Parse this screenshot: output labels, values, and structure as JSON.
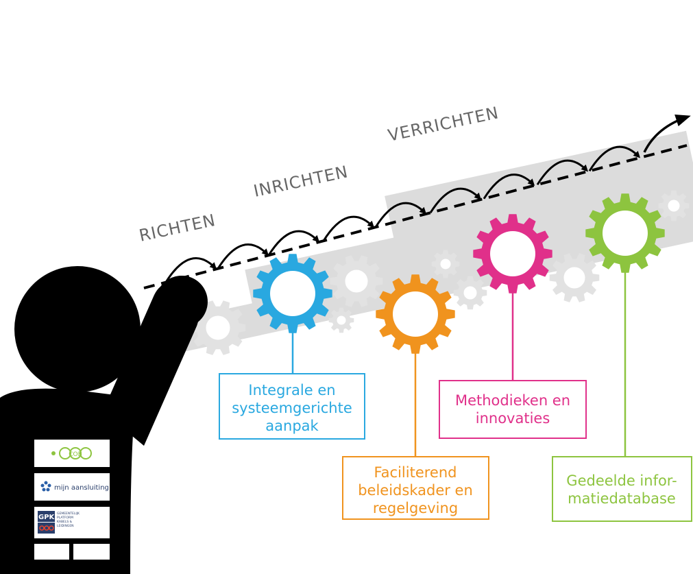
{
  "phases": {
    "richten": "RICHTEN",
    "inrichten": "INRICHTEN",
    "verrichten": "VERRICHTEN"
  },
  "boxes": {
    "integrale": {
      "line1": "Integrale en",
      "line2": "systeemgerichte",
      "line3": "aanpak",
      "color": "#29a8e0"
    },
    "faciliterend": {
      "line1": "Faciliterend",
      "line2": "beleidskader en",
      "line3": "regelgeving",
      "color": "#f0931e"
    },
    "methodieken": {
      "line1": "Methodieken en",
      "line2": "innovaties",
      "color": "#e0308a"
    },
    "gedeelde": {
      "line1": "Gedeelde infor-",
      "line2": "matiedatabase",
      "color": "#8dc43f"
    }
  },
  "logos": {
    "cob": "COB",
    "mijn_aansluiting": "mijn aansluiting",
    "gpkl": "GPKL",
    "gpkl_sub1": "GEMEENTELIJK",
    "gpkl_sub2": "PLATFORM",
    "gpkl_sub3": "KABELS &",
    "gpkl_sub4": "LEIDINGEN"
  },
  "colors": {
    "band": "#dcdcdc",
    "gray_gear": "#e2e2e2",
    "figure": "#000000",
    "blue": "#29a8e0",
    "orange": "#f0931e",
    "pink": "#e0308a",
    "green": "#8dc43f"
  }
}
